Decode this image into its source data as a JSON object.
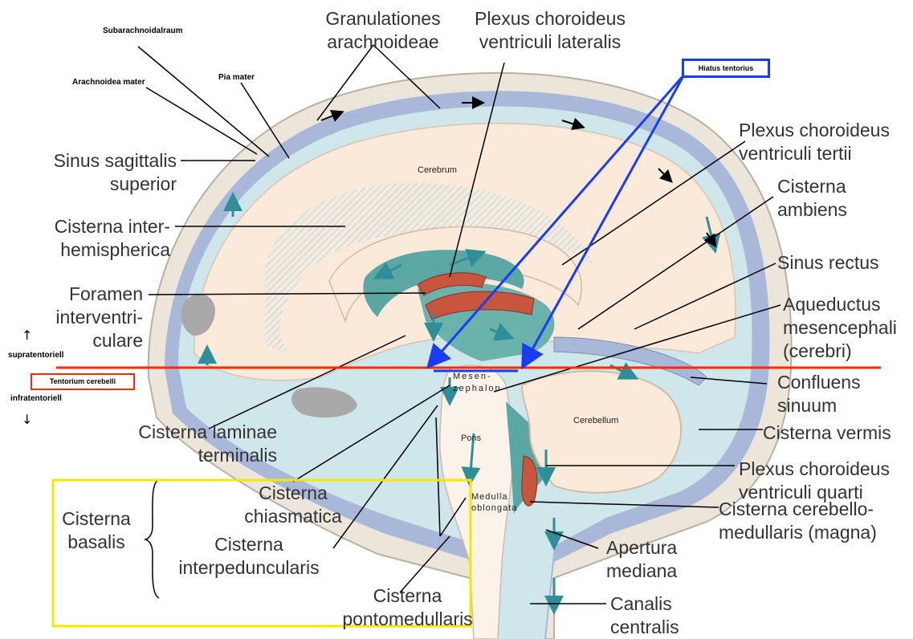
{
  "labels": {
    "granulationes": "Granulationes\narachnoideae",
    "plexus_lat": "Plexus choroideus\nventriculi lateralis",
    "hiatus": "Hiatus tentorius",
    "subarachnoidalraum": "Subarachnoidalraum",
    "arachnoidea": "Arachnoidea mater",
    "pia": "Pia mater",
    "sinus_sag": "Sinus sagittalis\nsuperior",
    "plexus_tertii": "Plexus choroideus\nventriculi tertii",
    "cerebrum": "Cerebrum",
    "cisterna_ambiens": "Cisterna\nambiens",
    "cisterna_inter": "Cisterna inter-\nhemispherica",
    "sinus_rectus": "Sinus rectus",
    "foramen": "Foramen\ninterventri-\nculare",
    "aqueductus": "Aqueductus\nmesencephali\n(cerebri)",
    "supratentoriell": "supratentoriell",
    "tentorium": "Tentorium cerebelli",
    "infratentoriell": "infratentoriell",
    "mesencephalon": "Mesen-\nzephalon",
    "confluens": "Confluens\nsinuum",
    "cerebellum": "Cerebellum",
    "cisterna_laminae": "Cisterna laminae\nterminalis",
    "pons": "Pons",
    "cisterna_vermis": "Cisterna vermis",
    "plexus_quarti": "Plexus choroideus\nventriculi quarti",
    "cisterna_chiasmatica": "Cisterna\nchiasmatica",
    "medulla": "Medulla\noblongata",
    "cisterna_basalis": "Cisterna\nbasalis",
    "cisterna_cerebello": "Cisterna cerebello-\nmedullaris (magna)",
    "cisterna_interped": "Cisterna\ninterpeduncularis",
    "apertura": "Apertura\nmediana",
    "cisterna_pontomed": "Cisterna\npontomedullaris",
    "canalis": "Canalis\ncentralis"
  },
  "colors": {
    "skull": "#e9e2d6",
    "dura": "#a7b6d6",
    "csf": "#cfe6ea",
    "brain": "#fbe9d9",
    "ventricle": "#5aa7a3",
    "plexus": "#c8553d",
    "red_line": "#ff2a00",
    "blue_line": "#1b3cf5",
    "yellow_box": "#f5e800"
  }
}
